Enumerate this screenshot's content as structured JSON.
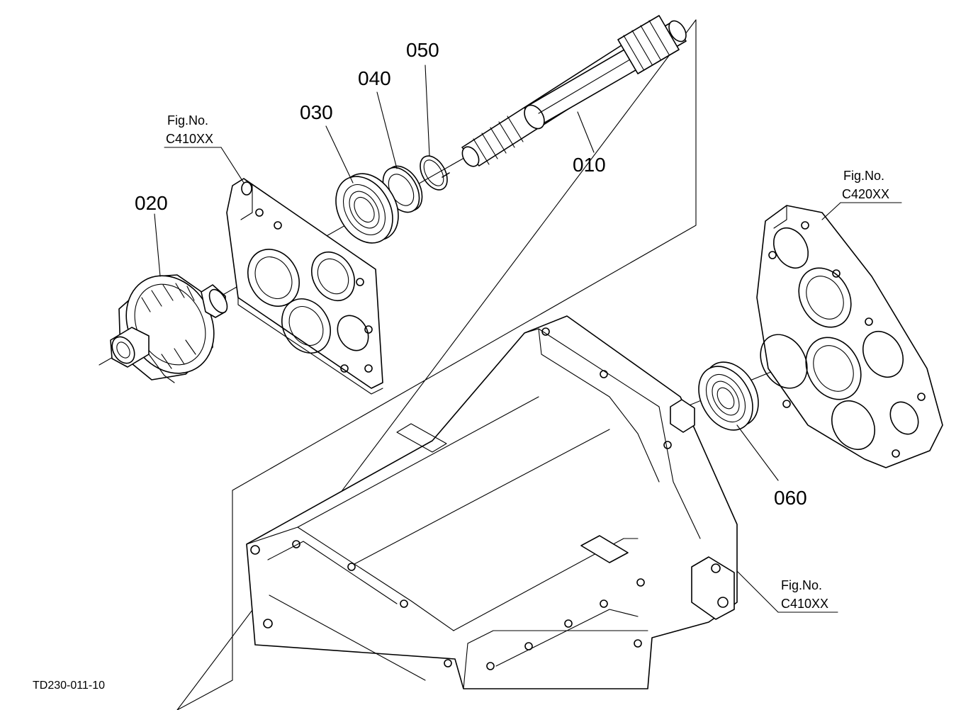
{
  "parts": [
    {
      "id": "p010",
      "number": "010"
    },
    {
      "id": "p020",
      "number": "020"
    },
    {
      "id": "p030",
      "number": "030"
    },
    {
      "id": "p040",
      "number": "040"
    },
    {
      "id": "p050",
      "number": "050"
    },
    {
      "id": "p060",
      "number": "060"
    }
  ],
  "references": [
    {
      "label": "Fig.No.",
      "code": "C410XX"
    },
    {
      "label": "Fig.No.",
      "code": "C420XX"
    },
    {
      "label": "Fig.No.",
      "code": "C410XX"
    }
  ],
  "drawing_code": "TD230-011-10"
}
